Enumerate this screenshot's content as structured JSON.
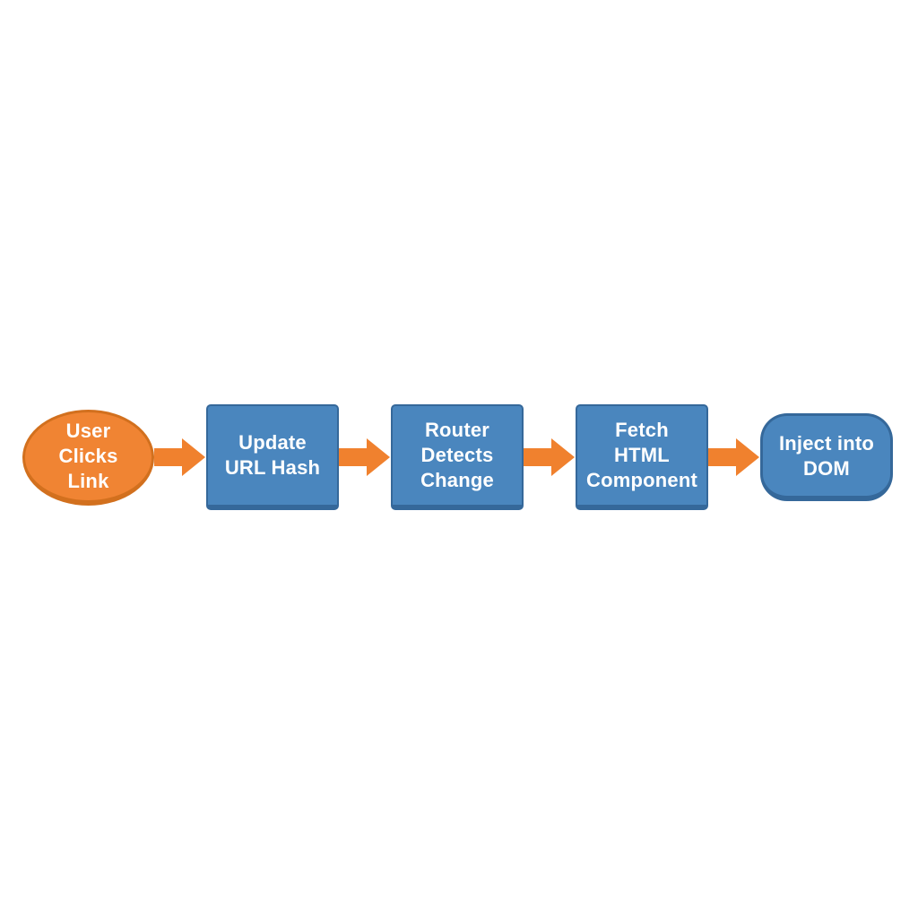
{
  "diagram": {
    "type": "flowchart",
    "direction": "left-to-right",
    "background": "#FFFFFF",
    "colors": {
      "background": "#FFFFFF",
      "node_orange_fill": "#F08433",
      "node_orange_border": "#D2701E",
      "node_blue_fill": "#4A86BE",
      "node_blue_border": "#35689A",
      "arrow_fill": "#F0812E",
      "text": "#FFFFFF"
    },
    "nodes": [
      {
        "id": "user-clicks-link",
        "shape": "ellipse",
        "label": "User Clicks Link",
        "lines": [
          "User",
          "Clicks",
          "Link"
        ]
      },
      {
        "id": "update-url-hash",
        "shape": "rectangle",
        "label": "Update URL Hash",
        "lines": [
          "Update",
          "URL Hash"
        ]
      },
      {
        "id": "router-detects-change",
        "shape": "rectangle",
        "label": "Router Detects Change",
        "lines": [
          "Router",
          "Detects",
          "Change"
        ]
      },
      {
        "id": "fetch-html-component",
        "shape": "rectangle",
        "label": "Fetch HTML Component",
        "lines": [
          "Fetch",
          "HTML",
          "Component"
        ]
      },
      {
        "id": "inject-into-dom",
        "shape": "rounded-rect",
        "label": "Inject into DOM",
        "lines": [
          "Inject into",
          "DOM"
        ]
      }
    ],
    "connections": [
      {
        "from": "user-clicks-link",
        "to": "update-url-hash",
        "style": "block-arrow-right"
      },
      {
        "from": "update-url-hash",
        "to": "router-detects-change",
        "style": "block-arrow-right"
      },
      {
        "from": "router-detects-change",
        "to": "fetch-html-component",
        "style": "block-arrow-right"
      },
      {
        "from": "fetch-html-component",
        "to": "inject-into-dom",
        "style": "block-arrow-right"
      }
    ]
  }
}
